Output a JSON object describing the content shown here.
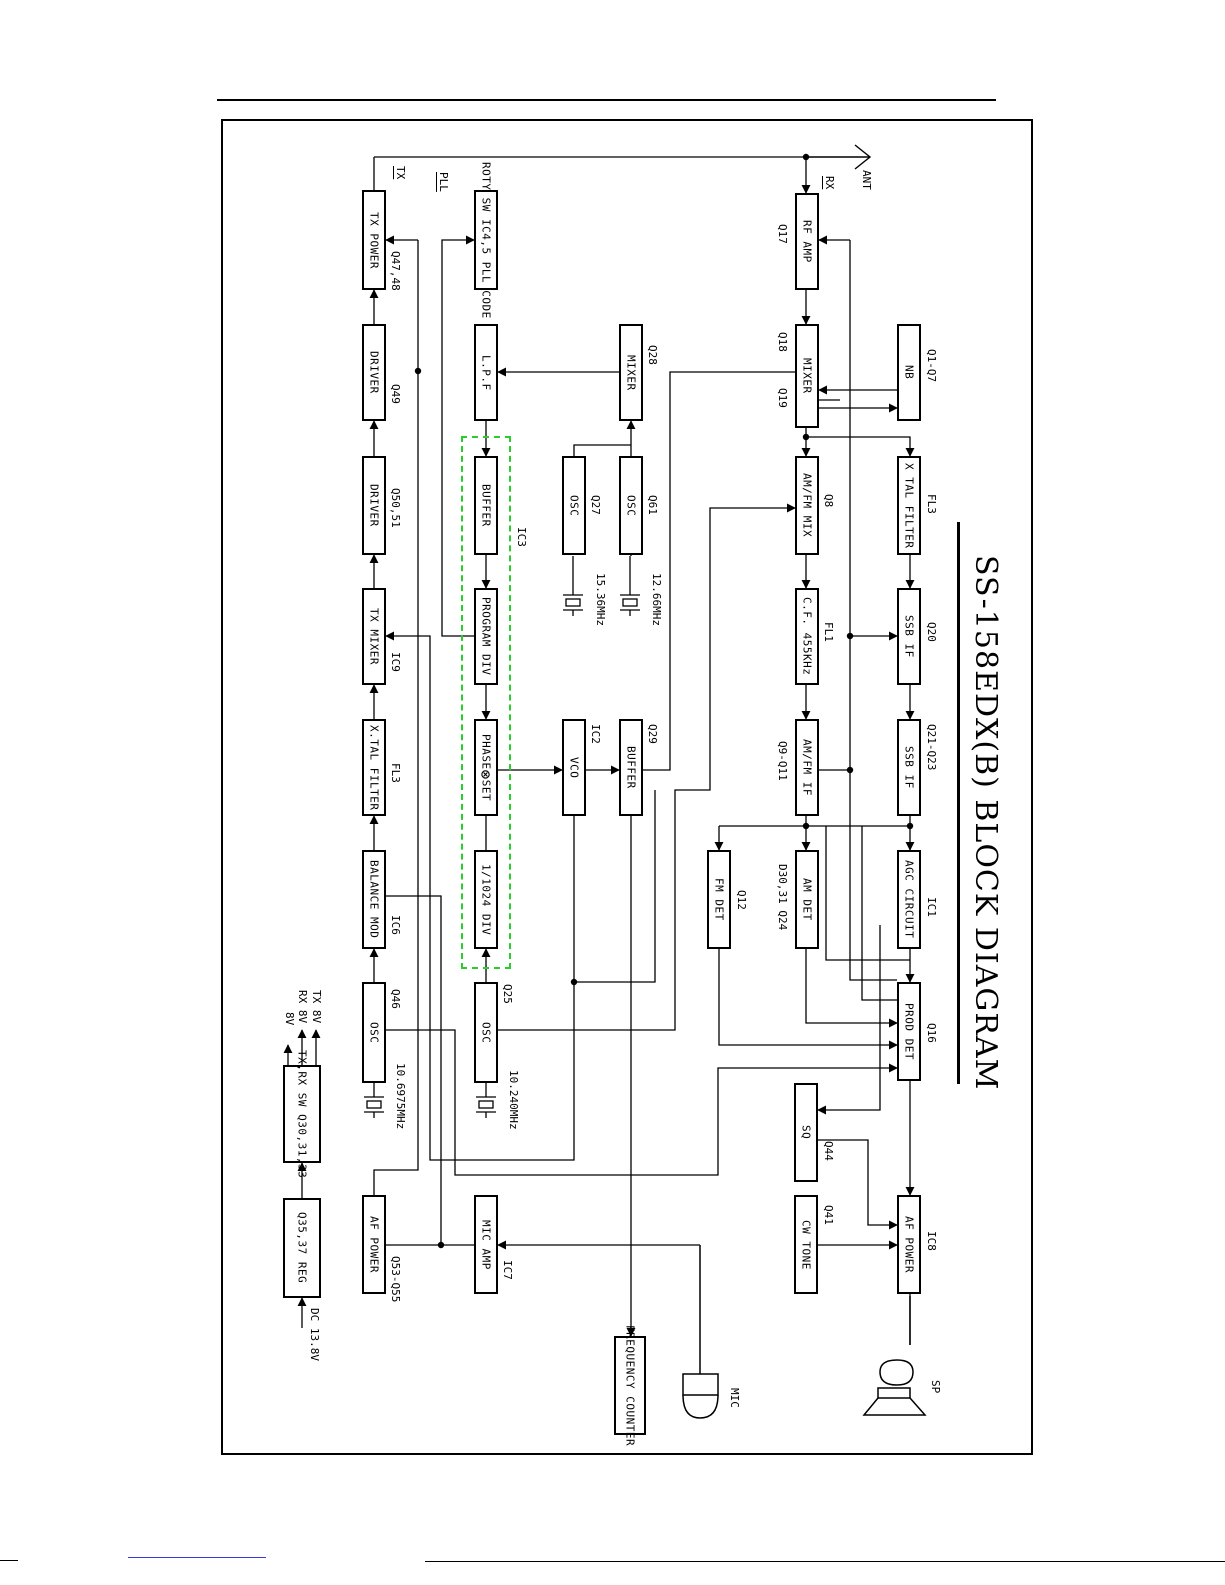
{
  "title": "SS-158EDX(B)   BLOCK DIAGRAM",
  "labels": {
    "ant": "ANT",
    "rx": "RX",
    "tx": "TX",
    "pll": "PLL",
    "ic3": "IC3",
    "sp": "SP",
    "mic": "MIC"
  },
  "blocks": {
    "rf_amp": {
      "label": "RF AMP",
      "part": "Q17"
    },
    "mixer_rx": {
      "label": "MIXER",
      "part_a": "Q18",
      "part_b": "Q19"
    },
    "nb": {
      "label": "NB",
      "part": "Q1-Q7"
    },
    "xtal_filter_rx": {
      "label": "X TAL FILTER",
      "part": "FL3"
    },
    "ssb_if_1": {
      "label": "SSB IF",
      "part": "Q20"
    },
    "ssb_if_2": {
      "label": "SSB IF",
      "part": "Q21-Q23"
    },
    "agc": {
      "label": "AGC CIRCUIT",
      "part": "IC1"
    },
    "prod_det": {
      "label": "PROD DET",
      "part": "Q16"
    },
    "af_power_rx": {
      "label": "AF POWER",
      "part": "IC8"
    },
    "amfm_mix": {
      "label": "AM/FM MIX",
      "part": "Q8"
    },
    "cf_455": {
      "label": "C.F. 455KHz",
      "part": "FL1"
    },
    "amfm_if": {
      "label": "AM/FM IF",
      "part": "Q9-Q11"
    },
    "am_det": {
      "label": "AM DET",
      "part": "D30,31 Q24"
    },
    "fm_det": {
      "label": "FM DET",
      "part": "Q12"
    },
    "sq": {
      "label": "SQ",
      "part": "Q44"
    },
    "cw_tone": {
      "label": "CW TONE",
      "part": "Q41"
    },
    "mixer_pll": {
      "label": "MIXER",
      "part": "Q28"
    },
    "osc_q61": {
      "label": "OSC",
      "part": "Q61",
      "freq": "12.66MHz"
    },
    "osc_q27": {
      "label": "OSC",
      "part": "Q27",
      "freq": "15.36MHz"
    },
    "vco": {
      "label": "VCO",
      "part": "IC2"
    },
    "buffer_q29": {
      "label": "BUFFER",
      "part": "Q29"
    },
    "pll_code": {
      "label": "ROTY SW IC4,5 PLL CODE"
    },
    "lpf": {
      "label": "L.P.F"
    },
    "buffer_ic3": {
      "label": "BUFFER"
    },
    "program_div": {
      "label": "PROGRAM DIV"
    },
    "phase_set": {
      "label_a": "PHASE",
      "symbol": "⊗",
      "label_b": "SET"
    },
    "div_1024": {
      "label": "1/1024 DIV"
    },
    "osc_q25": {
      "label": "OSC",
      "part": "Q25",
      "freq": "10.240MHz"
    },
    "mic_amp": {
      "label": "MIC AMP",
      "part": "IC7"
    },
    "freq_counter": {
      "label": "FREQUENCY COUNTER"
    },
    "tx_power": {
      "label": "TX POWER",
      "part": "Q47,48"
    },
    "driver_1": {
      "label": "DRIVER",
      "part": "Q49"
    },
    "driver_2": {
      "label": "DRIVER",
      "part": "Q50,51"
    },
    "tx_mixer": {
      "label": "TX MIXER",
      "part": "IC9"
    },
    "xtal_filter_tx": {
      "label": "X.TAL FILTER",
      "part": "FL3"
    },
    "balance_mod": {
      "label": "BALANCE MOD",
      "part": "IC6"
    },
    "osc_q46": {
      "label": "OSC",
      "part": "Q46",
      "freq": "10.6975MHz"
    },
    "af_power_tx": {
      "label": "AF POWER",
      "part": "Q53-Q55"
    },
    "txrx_sw": {
      "label": "TX,RX SW Q30,31,33"
    },
    "reg": {
      "label": "Q35,37 REG",
      "input": "DC 13.8V"
    }
  },
  "rails": [
    "TX 8V",
    "RX 8V",
    "8V"
  ]
}
